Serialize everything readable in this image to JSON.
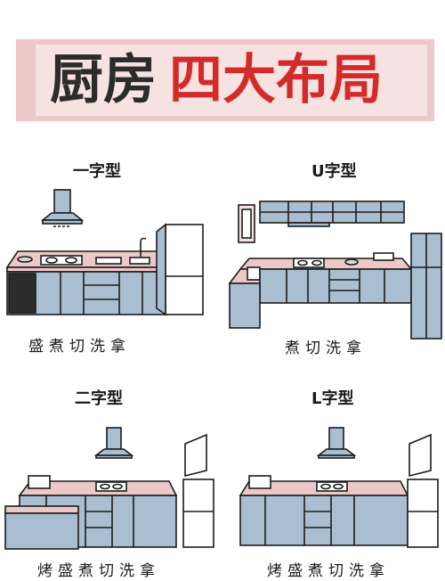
{
  "title": {
    "part1": "厨房",
    "part2": "四大布局"
  },
  "layouts": [
    {
      "name": "一字型",
      "steps": "盛煮切洗拿"
    },
    {
      "name": "U字型",
      "steps": "煮切洗拿"
    },
    {
      "name": "二字型",
      "steps": "烤盛煮切洗拿"
    },
    {
      "name": "L字型",
      "steps": "烤盛煮切洗拿"
    }
  ],
  "colors": {
    "countertop": "#ecc8c8",
    "cabinet": "#a9bed0",
    "outline": "#1c1c1c",
    "title_red": "#d42a2a"
  }
}
